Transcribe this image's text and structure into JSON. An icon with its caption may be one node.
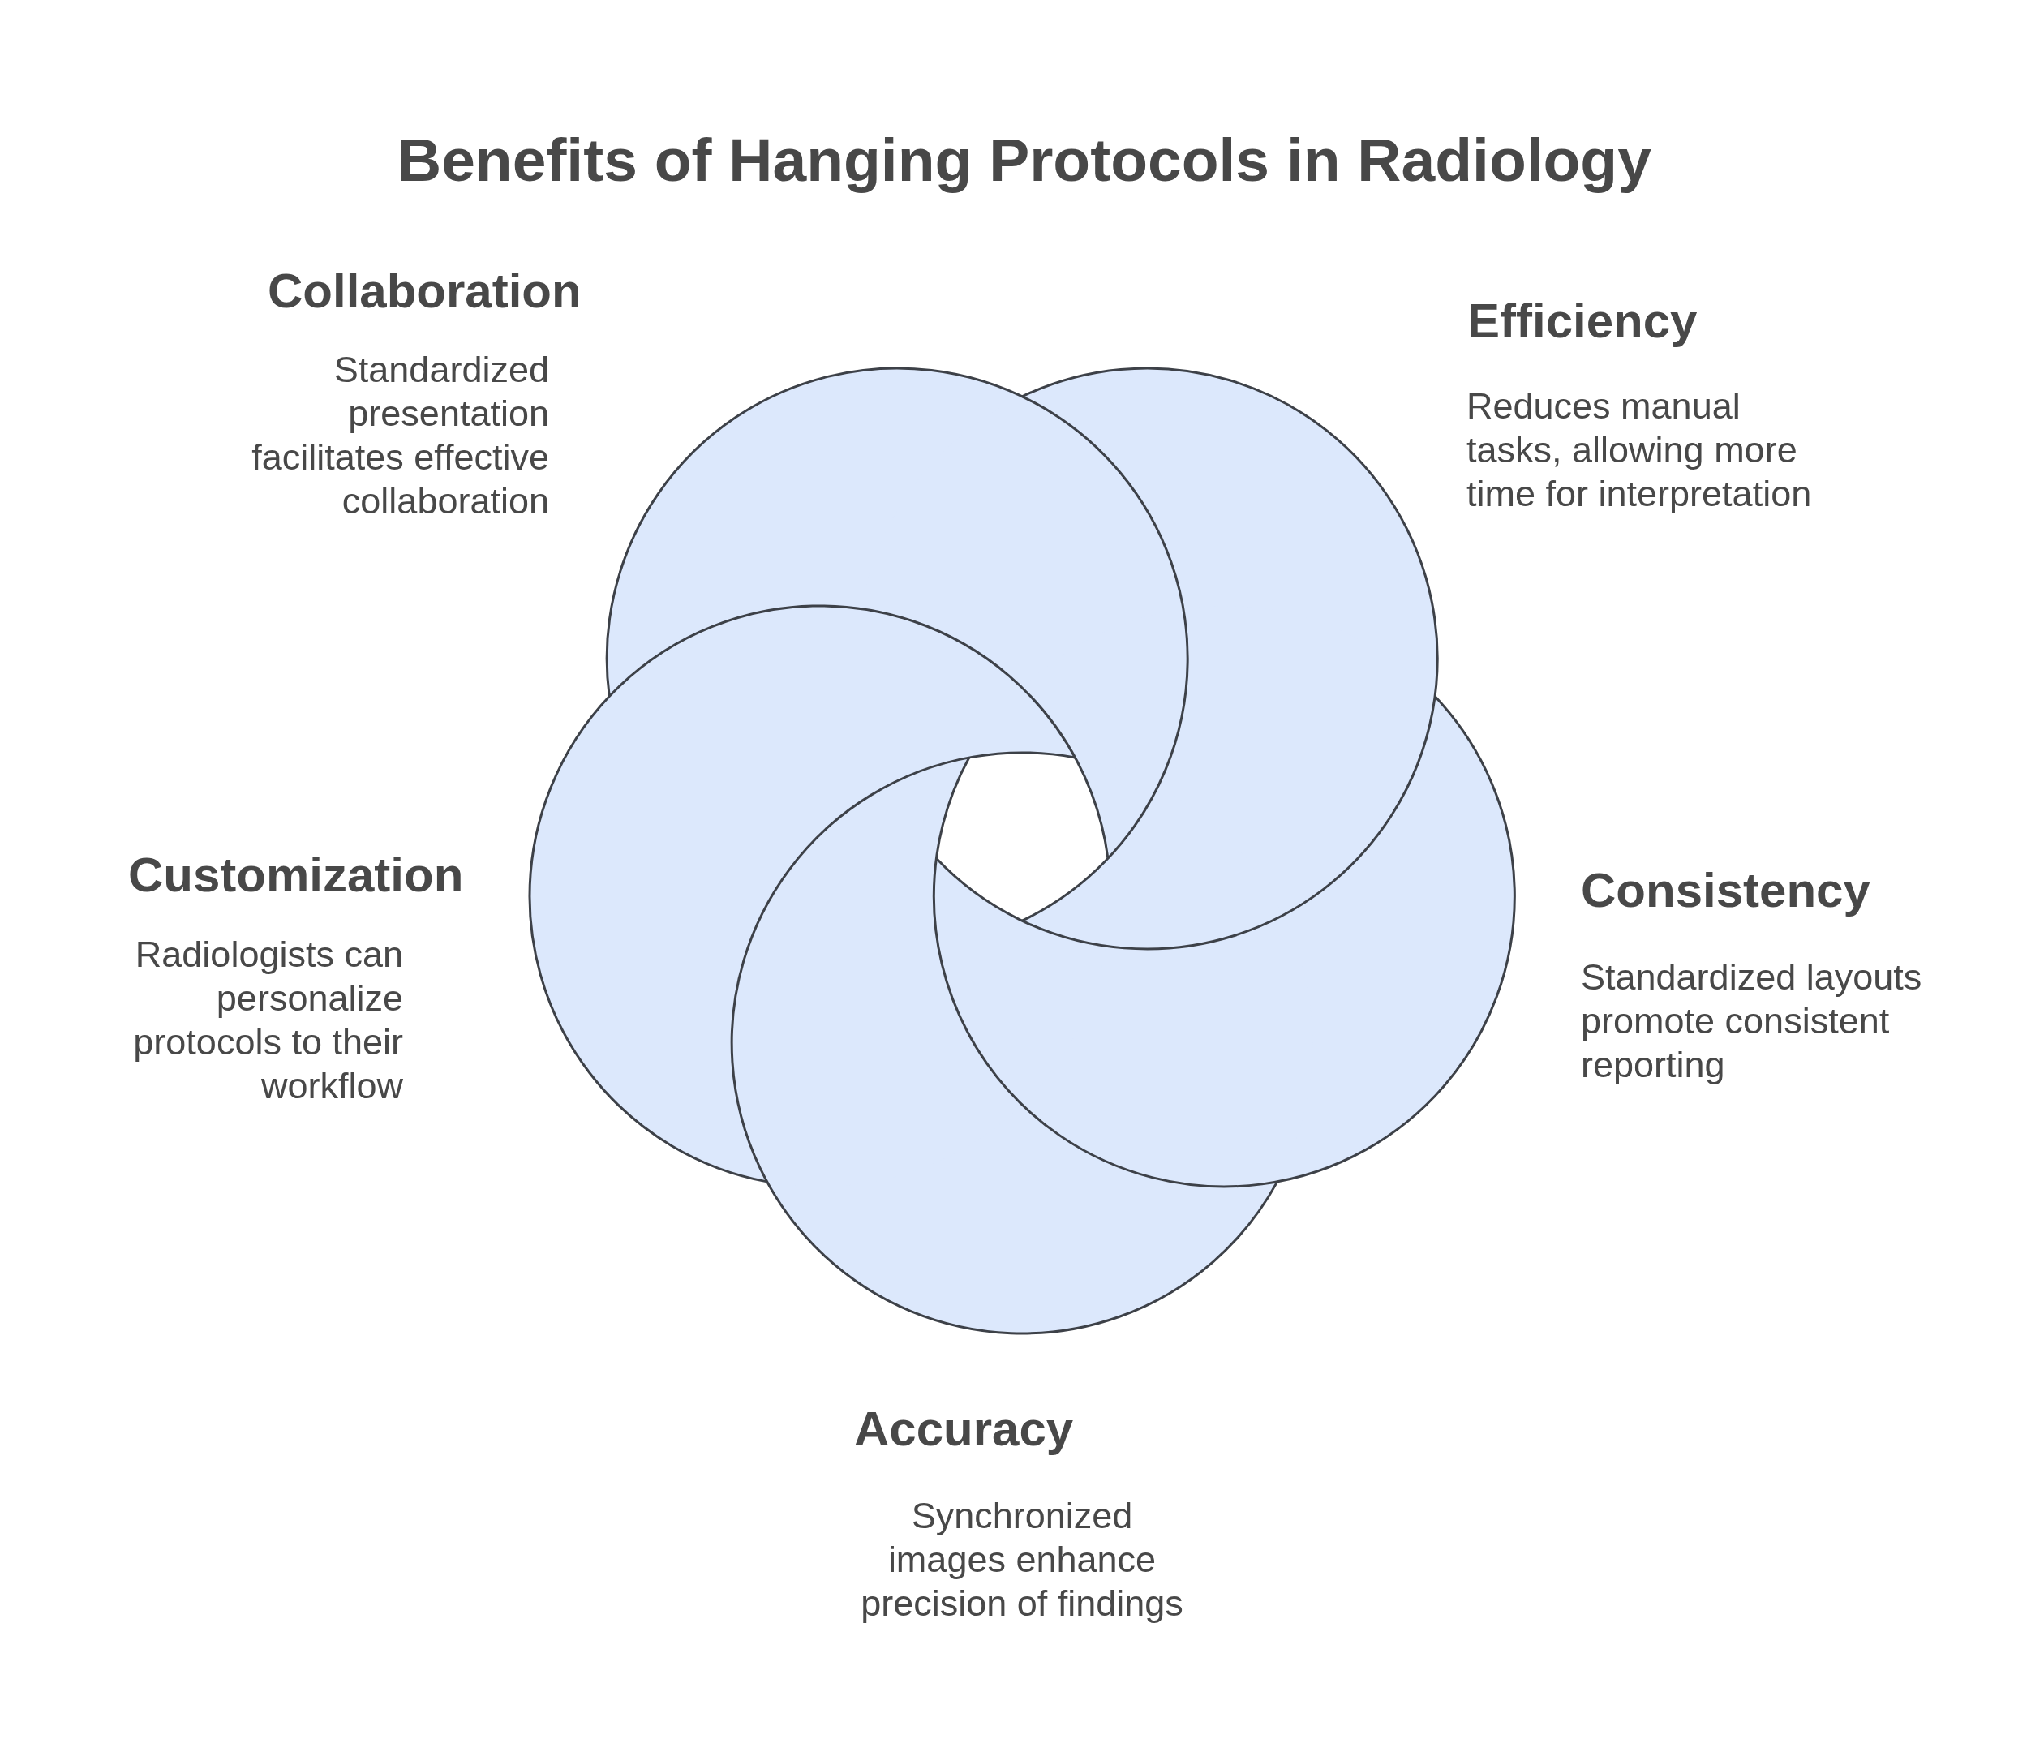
{
  "diagram": {
    "title": "Benefits of Hanging Protocols in Radiology",
    "labels": [
      "Collaboration",
      "Standardized presentation facilitates effective collaboration",
      "Efficiency",
      "Reduces manual tasks, allowing more time for interpretation",
      "Customization",
      "Radiologists can personalize protocols to their workflow",
      "Consistency",
      "Standardized layouts promote consistent reporting",
      "Accuracy",
      "Synchronized images enhance precision of findings"
    ]
  }
}
